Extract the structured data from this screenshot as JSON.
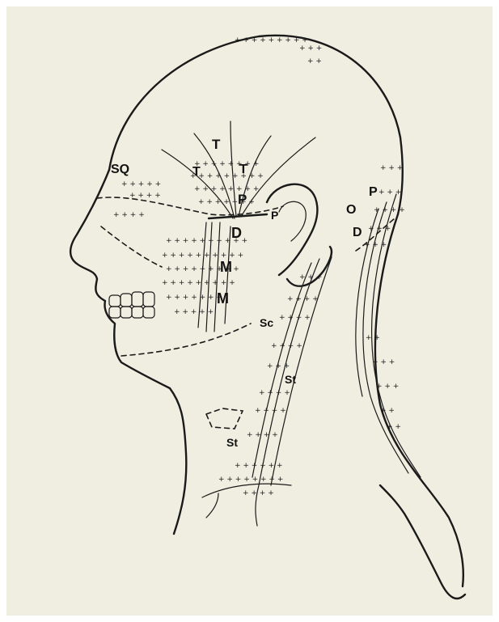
{
  "labels": {
    "sq": "SQ",
    "t_top": "T",
    "t_left": "T",
    "t_right": "T",
    "p_mid": "P",
    "p_ear": "P",
    "d_mid": "D",
    "m_upper": "M",
    "m_lower": "M",
    "o_back": "O",
    "d_back": "D",
    "p_back": "P",
    "sc": "Sc",
    "st_mid": "St",
    "st_low": "St"
  },
  "colors": {
    "paper": "#efeee0",
    "ink": "#1a1a1a"
  }
}
